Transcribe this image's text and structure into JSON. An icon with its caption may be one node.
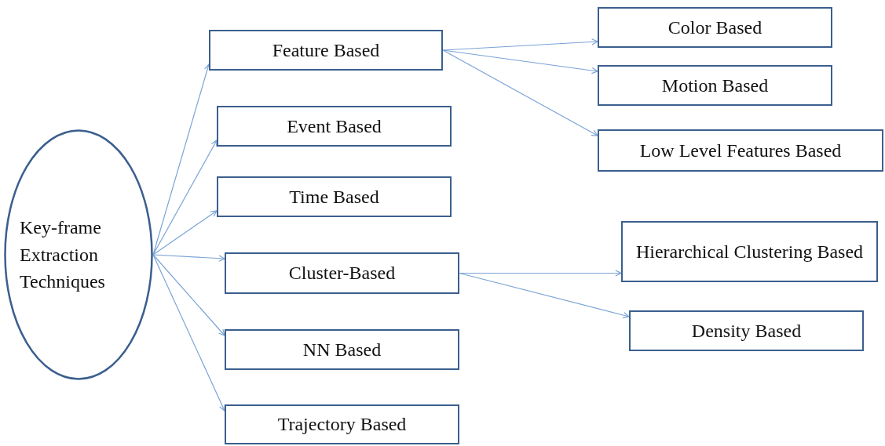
{
  "diagram": {
    "nodes": [
      {
        "text": [
          "Key-frame Extraction Techniques"
        ]
      },
      {
        "text": [
          "Feature Based"
        ]
      },
      {
        "text": [
          "Event Based"
        ]
      },
      {
        "text": [
          "Time Based"
        ]
      },
      {
        "text": [
          "Cluster-Based"
        ]
      },
      {
        "text": [
          "NN Based"
        ]
      },
      {
        "text": [
          "Trajectory Based"
        ]
      },
      {
        "text": [
          "Color Based"
        ]
      },
      {
        "text": [
          "Motion Based"
        ]
      },
      {
        "text": [
          "Low Level Features Based"
        ]
      },
      {
        "text": [
          "Hierarchical Clustering Based"
        ]
      },
      {
        "text": [
          "Density Based"
        ]
      }
    ],
    "edges": [
      {
        "from": 0,
        "to": 1,
        "arrow": "to"
      },
      {
        "from": 0,
        "to": 2,
        "arrow": "to"
      },
      {
        "from": 0,
        "to": 3,
        "arrow": "to"
      },
      {
        "from": 0,
        "to": 4,
        "arrow": "to"
      },
      {
        "from": 0,
        "to": 5,
        "arrow": "to"
      },
      {
        "from": 0,
        "to": 6,
        "arrow": "to"
      },
      {
        "from": 1,
        "to": 7,
        "arrow": "to"
      },
      {
        "from": 1,
        "to": 8,
        "arrow": "to"
      },
      {
        "from": 1,
        "to": 9,
        "arrow": "to"
      },
      {
        "from": 4,
        "to": 10,
        "arrow": "to"
      },
      {
        "from": 4,
        "to": 11,
        "arrow": "to"
      }
    ]
  }
}
